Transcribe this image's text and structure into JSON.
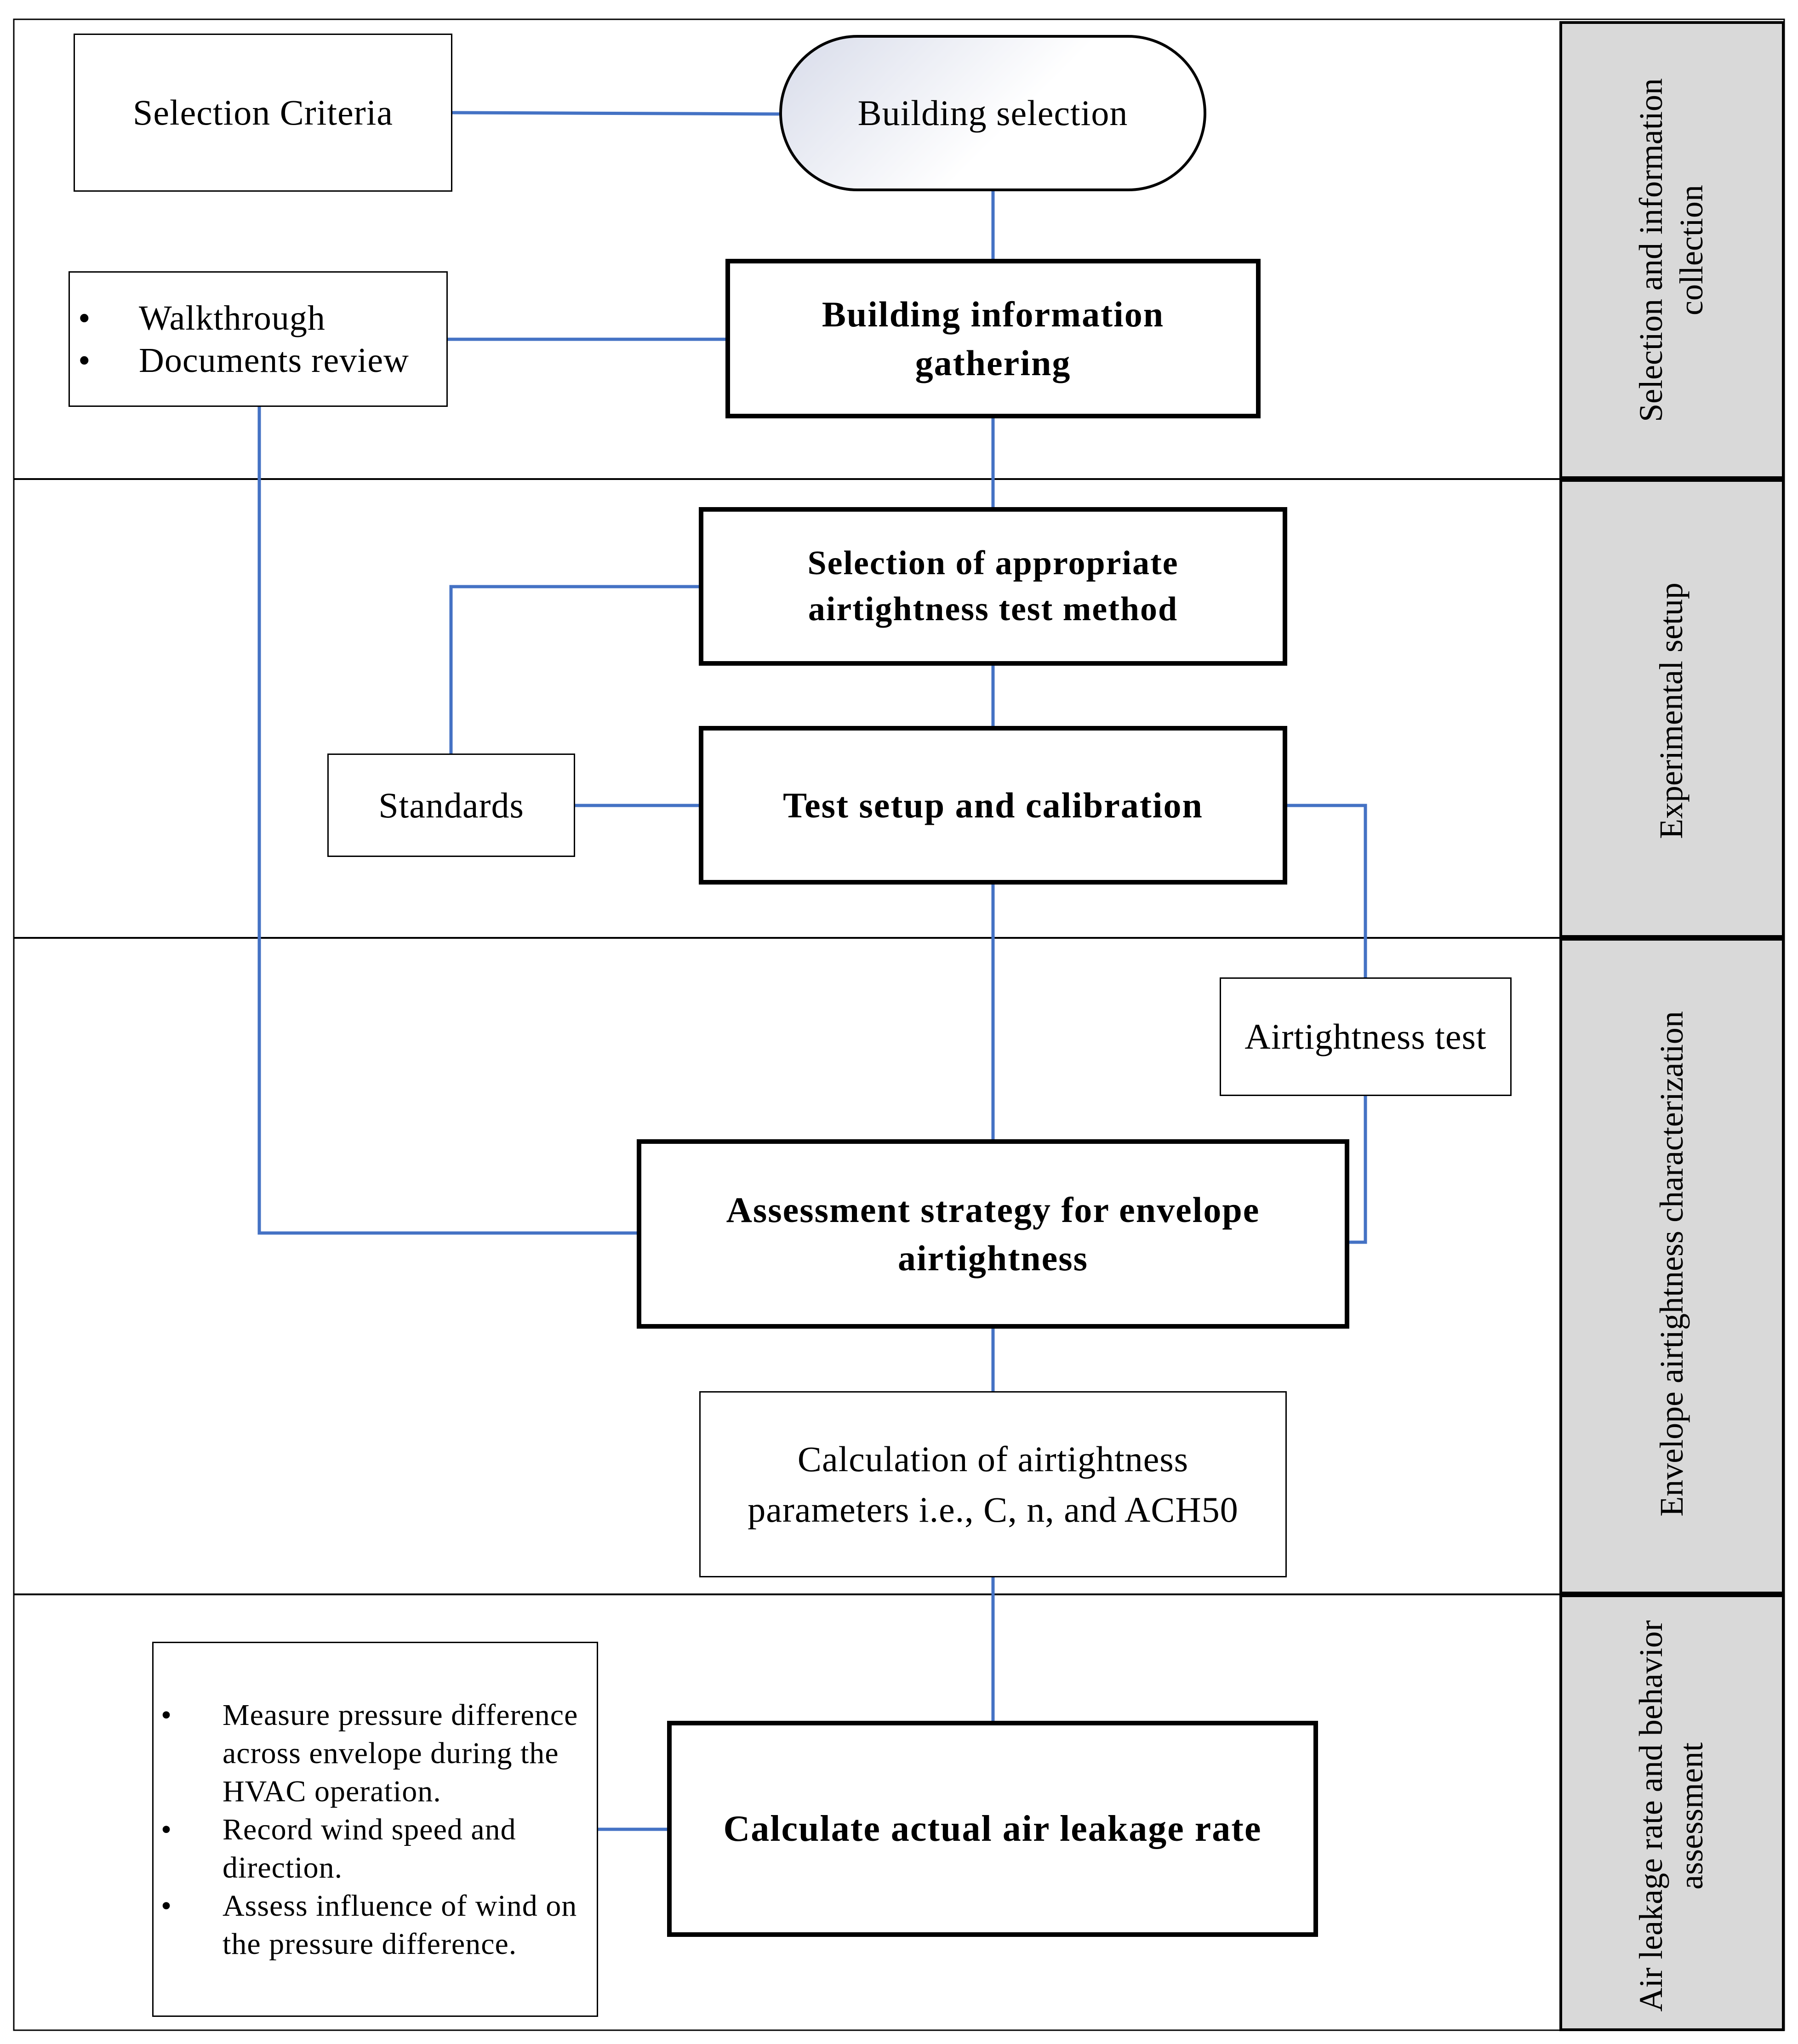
{
  "lanes": [
    {
      "label": "Selection and information collection"
    },
    {
      "label": "Experimental setup"
    },
    {
      "label": "Envelope airtightness characterization"
    },
    {
      "label": "Air leakage rate and behavior assessment"
    }
  ],
  "nodes": {
    "selection_criteria": "Selection Criteria",
    "building_selection": "Building selection",
    "info_sources": [
      "Walkthrough",
      "Documents review"
    ],
    "building_information_gathering": "Building information gathering",
    "test_method_selection": "Selection of appropriate airtightness test method",
    "standards": "Standards",
    "test_setup": "Test setup and calibration",
    "airtightness_test": "Airtightness test",
    "assessment_strategy": "Assessment strategy for envelope airtightness",
    "calculation_parameters": "Calculation of airtightness parameters i.e., C, n, and ACH50",
    "field_measurements": [
      "Measure pressure difference across envelope during the HVAC operation.",
      "Record wind speed and direction.",
      "Assess influence of wind on the pressure difference."
    ],
    "calculate_leakage": "Calculate actual air leakage rate"
  },
  "colors": {
    "arrow": "#4472c4",
    "lane_fill": "#d9d9d9",
    "border": "#000000"
  }
}
